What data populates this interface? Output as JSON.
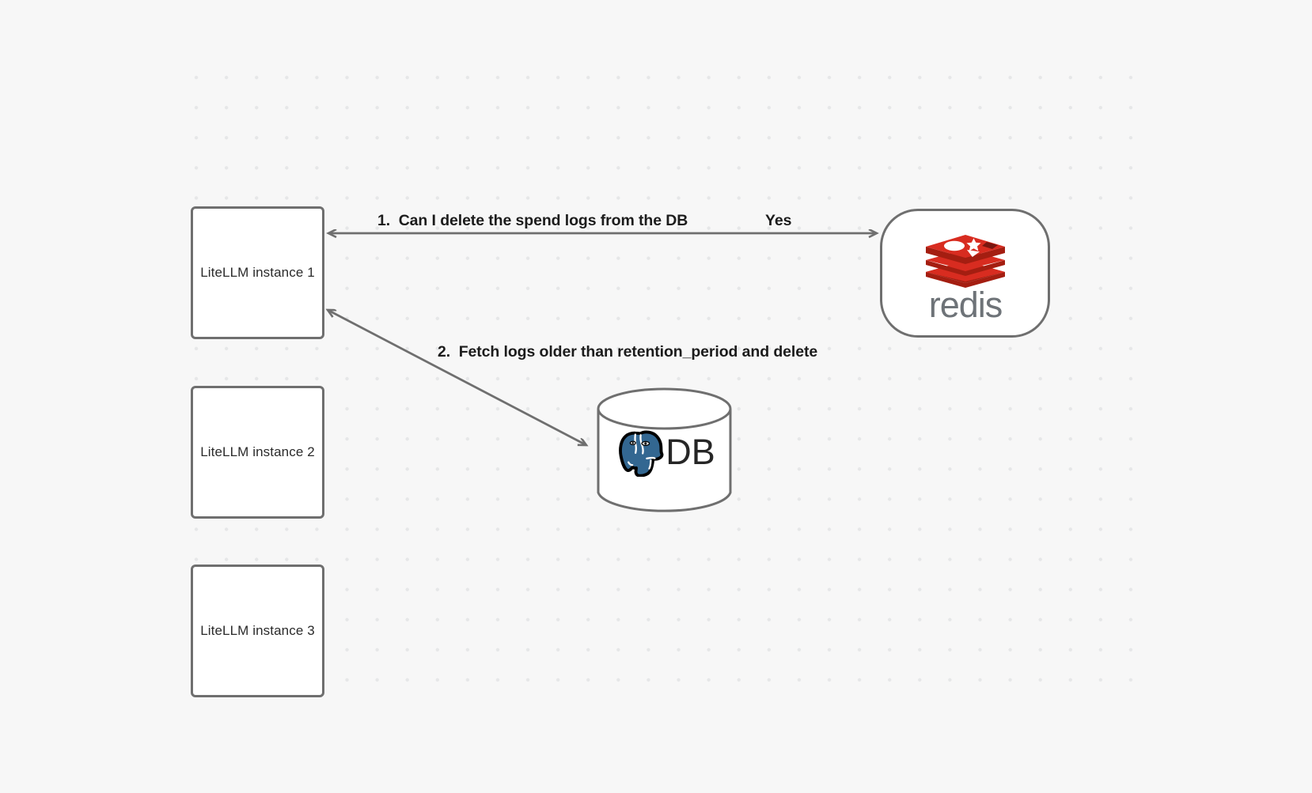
{
  "canvas": {
    "background_color": "#f7f7f7",
    "grid": "dotted",
    "grid_dot_color": "#e6e7e8"
  },
  "nodes": [
    {
      "id": "litellm-1",
      "label": "LiteLLM instance 1",
      "shape": "rounded-rect"
    },
    {
      "id": "litellm-2",
      "label": "LiteLLM instance 2",
      "shape": "rounded-rect"
    },
    {
      "id": "litellm-3",
      "label": "LiteLLM instance 3",
      "shape": "rounded-rect"
    },
    {
      "id": "redis",
      "label": "redis",
      "shape": "rounded-rect",
      "logo": "redis-logo",
      "brand_color": "#d82c20"
    },
    {
      "id": "db",
      "label": "DB",
      "shape": "cylinder",
      "logo": "postgresql-elephant-icon",
      "brand_color": "#336791"
    }
  ],
  "edges": [
    {
      "id": "edge-1",
      "from": "litellm-1",
      "to": "redis",
      "label": "1.  Can I delete the spend logs from the DB",
      "reply_label": "Yes",
      "bidirectional": true
    },
    {
      "id": "edge-2",
      "from": "litellm-1",
      "to": "db",
      "label": "2.  Fetch logs older than retention_period and delete",
      "bidirectional": true
    }
  ],
  "labels": {
    "litellm_1": "LiteLLM instance 1",
    "litellm_2": "LiteLLM instance 2",
    "litellm_3": "LiteLLM instance 3",
    "redis_wordmark": "redis",
    "db_text": "DB",
    "edge1_text": "1.  Can I delete the spend logs from the DB",
    "edge1_reply": "Yes",
    "edge2_text": "2.  Fetch logs older than retention_period and delete"
  },
  "colors": {
    "stroke": "#6f6f6f",
    "node_fill": "#ffffff",
    "text": "#2b2b2b",
    "label_text": "#1c1c1c",
    "redis_red": "#d82c20",
    "redis_red_dark": "#a41e11",
    "redis_gray": "#6f6f6f",
    "postgres_blue": "#336791"
  }
}
